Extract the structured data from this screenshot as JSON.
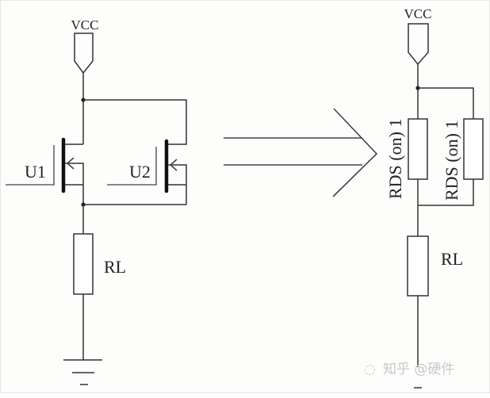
{
  "diagram": {
    "title": "MOSFET parallel equivalent circuit",
    "left_circuit": {
      "supply_label": "VCC",
      "transistors": [
        {
          "id": "U1",
          "label": "U1"
        },
        {
          "id": "U2",
          "label": "U2"
        }
      ],
      "load_label": "RL",
      "ground": "ground-symbol"
    },
    "transform_arrow": {
      "icon": "double-arrow-right",
      "meaning": "equivalent to"
    },
    "right_circuit": {
      "supply_label": "VCC",
      "resistors": [
        {
          "id": "rds1",
          "label": "RDS (on) 1"
        },
        {
          "id": "rds2",
          "label": "RDS (on) 1"
        }
      ],
      "load_label": "RL"
    },
    "watermark": "知乎 @硬件"
  }
}
